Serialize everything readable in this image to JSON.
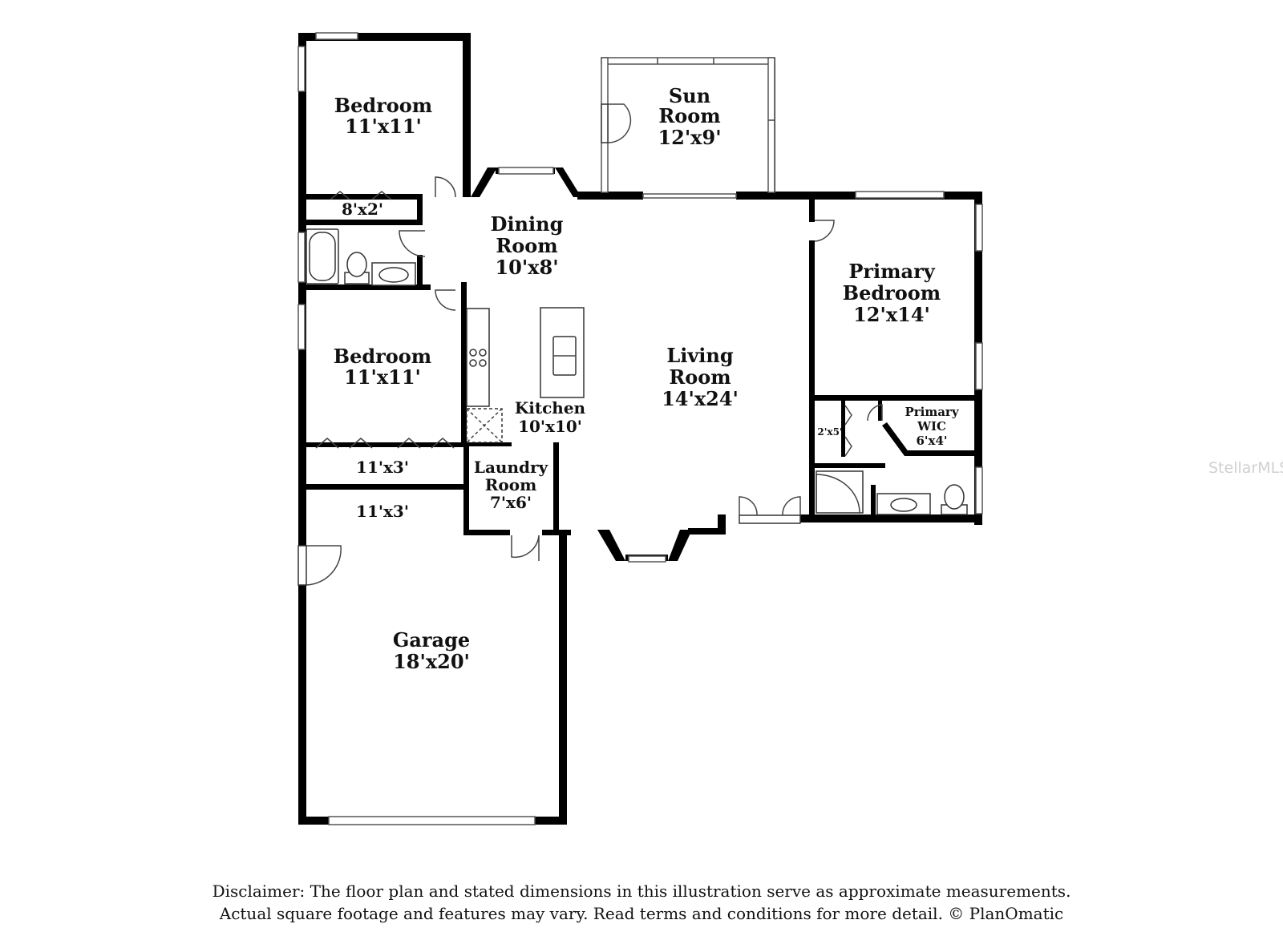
{
  "rooms": {
    "bedroom_top": {
      "name": "Bedroom",
      "dims": "11'x11'"
    },
    "closet_top": {
      "dims": "8'x2'"
    },
    "sun_room": {
      "line1": "Sun",
      "line2": "Room",
      "dims": "12'x9'"
    },
    "dining_room": {
      "line1": "Dining",
      "line2": "Room",
      "dims": "10'x8'"
    },
    "primary_bedroom": {
      "line1": "Primary",
      "line2": "Bedroom",
      "dims": "12'x14'"
    },
    "bedroom_mid": {
      "name": "Bedroom",
      "dims": "11'x11'"
    },
    "living_room": {
      "line1": "Living",
      "line2": "Room",
      "dims": "14'x24'"
    },
    "kitchen": {
      "name": "Kitchen",
      "dims": "10'x10'"
    },
    "closet_mid": {
      "dims": "11'x3'"
    },
    "storage": {
      "dims": "11'x3'"
    },
    "laundry_room": {
      "line1": "Laundry",
      "line2": "Room",
      "dims": "7'x6'"
    },
    "linen_closet": {
      "dims": "2'x5'"
    },
    "primary_wic": {
      "line1": "Primary",
      "line2": "WIC",
      "dims": "6'x4'"
    },
    "garage": {
      "name": "Garage",
      "dims": "18'x20'"
    }
  },
  "watermark": "StellarMLS",
  "disclaimer": {
    "line1": "Disclaimer: The floor plan and stated dimensions in this illustration serve as approximate measurements.",
    "line2": "Actual square footage and features may vary. Read terms and conditions for more detail. © PlanOmatic"
  }
}
